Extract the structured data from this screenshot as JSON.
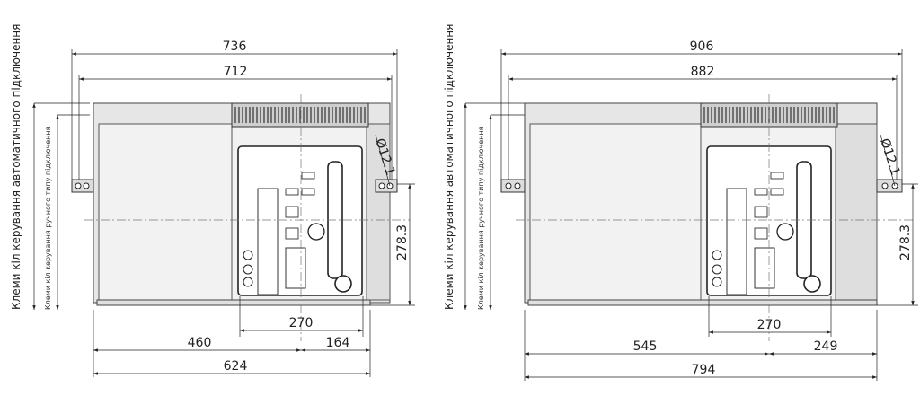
{
  "drawings": [
    {
      "id": "left",
      "label_auto": "Клеми кіл керування автоматичного підключення",
      "label_manual": "Клеми кіл керування ручного типу підключення",
      "dims": {
        "top_outer": "736",
        "top_inner": "712",
        "hole": "Ø12.1",
        "height": "278.3",
        "mid": "270",
        "bottom_left": "460",
        "bottom_right": "164",
        "bottom_total": "624"
      }
    },
    {
      "id": "right",
      "label_auto": "Клеми кіл керування автоматичного підключення",
      "label_manual": "Клеми кіл керування ручного типу підключення",
      "dims": {
        "top_outer": "906",
        "top_inner": "882",
        "hole": "Ø12.1",
        "height": "278.3",
        "mid": "270",
        "bottom_left": "545",
        "bottom_right": "249",
        "bottom_total": "794"
      }
    }
  ]
}
